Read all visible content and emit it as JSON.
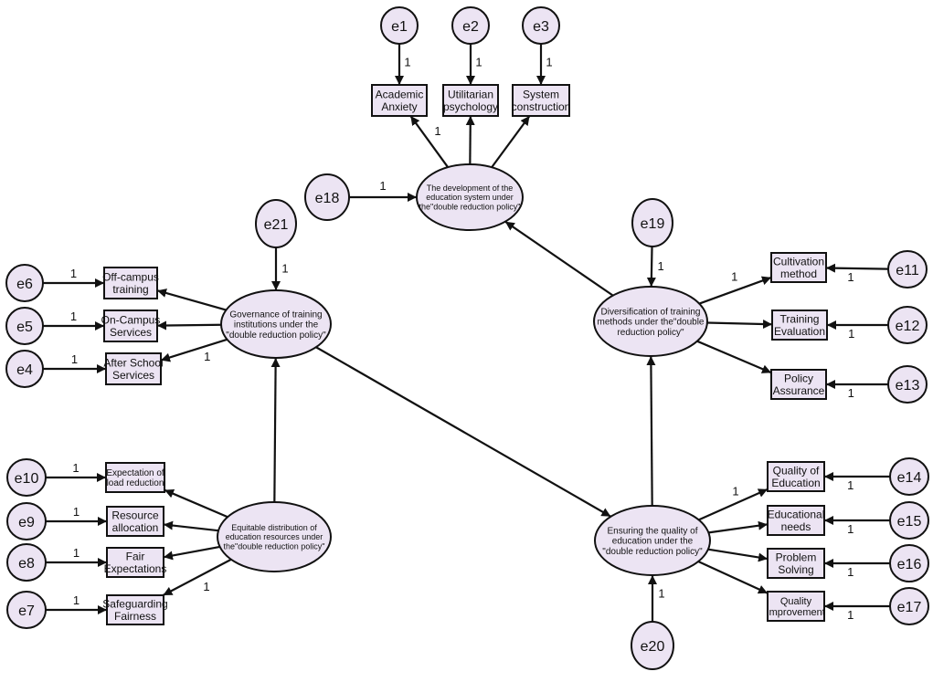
{
  "diagram": {
    "type": "structural-equation-model",
    "colors": {
      "node_fill": "#ece4f3",
      "stroke": "#111111",
      "background": "#ffffff"
    },
    "latents": [
      {
        "id": "dev",
        "lines": [
          "The development of the",
          "education system under",
          "the\"double reduction policy\""
        ]
      },
      {
        "id": "gov",
        "lines": [
          "Governance of training",
          "institutions under the",
          "\"double reduction policy\""
        ]
      },
      {
        "id": "div",
        "lines": [
          "Diversification of training",
          "methods under the\"double",
          "reduction policy\""
        ]
      },
      {
        "id": "equ",
        "lines": [
          "Equitable distribution of",
          "education resources under",
          "the\"double reduction policy\""
        ]
      },
      {
        "id": "qual",
        "lines": [
          "Ensuring the quality of",
          "education under the",
          "\"double reduction policy\""
        ]
      }
    ],
    "observed": [
      {
        "id": "o1",
        "lines": [
          "Academic",
          "Anxiety"
        ]
      },
      {
        "id": "o2",
        "lines": [
          "Utilitarian",
          "psychology"
        ]
      },
      {
        "id": "o3",
        "lines": [
          "System",
          "construction"
        ]
      },
      {
        "id": "o6",
        "lines": [
          "Off-campus",
          "training"
        ]
      },
      {
        "id": "o5",
        "lines": [
          "On-Campus",
          "Services"
        ]
      },
      {
        "id": "o4",
        "lines": [
          "After School",
          "Services"
        ]
      },
      {
        "id": "o11",
        "lines": [
          "Cultivation",
          "method"
        ]
      },
      {
        "id": "o12",
        "lines": [
          "Training",
          "Evaluation"
        ]
      },
      {
        "id": "o13",
        "lines": [
          "Policy",
          "Assurance"
        ]
      },
      {
        "id": "o10",
        "lines": [
          "Expectation of",
          "load reduction"
        ]
      },
      {
        "id": "o9",
        "lines": [
          "Resource",
          "allocation"
        ]
      },
      {
        "id": "o8",
        "lines": [
          "Fair",
          "Expectations"
        ]
      },
      {
        "id": "o7",
        "lines": [
          "Safeguarding",
          "Fairness"
        ]
      },
      {
        "id": "o14",
        "lines": [
          "Quality of",
          "Education"
        ]
      },
      {
        "id": "o15",
        "lines": [
          "Educational",
          "needs"
        ]
      },
      {
        "id": "o16",
        "lines": [
          "Problem",
          "Solving"
        ]
      },
      {
        "id": "o17",
        "lines": [
          "Quality",
          "improvement"
        ]
      }
    ],
    "errors": [
      {
        "id": "e1",
        "label": "e1"
      },
      {
        "id": "e2",
        "label": "e2"
      },
      {
        "id": "e3",
        "label": "e3"
      },
      {
        "id": "e4",
        "label": "e4"
      },
      {
        "id": "e5",
        "label": "e5"
      },
      {
        "id": "e6",
        "label": "e6"
      },
      {
        "id": "e7",
        "label": "e7"
      },
      {
        "id": "e8",
        "label": "e8"
      },
      {
        "id": "e9",
        "label": "e9"
      },
      {
        "id": "e10",
        "label": "e10"
      },
      {
        "id": "e11",
        "label": "e11"
      },
      {
        "id": "e12",
        "label": "e12"
      },
      {
        "id": "e13",
        "label": "e13"
      },
      {
        "id": "e14",
        "label": "e14"
      },
      {
        "id": "e15",
        "label": "e15"
      },
      {
        "id": "e16",
        "label": "e16"
      },
      {
        "id": "e17",
        "label": "e17"
      },
      {
        "id": "e18",
        "label": "e18"
      },
      {
        "id": "e19",
        "label": "e19"
      },
      {
        "id": "e20",
        "label": "e20"
      },
      {
        "id": "e21",
        "label": "e21"
      }
    ],
    "edges": [
      {
        "from": "e1",
        "to": "o1",
        "label": "1"
      },
      {
        "from": "e2",
        "to": "o2",
        "label": "1"
      },
      {
        "from": "e3",
        "to": "o3",
        "label": "1"
      },
      {
        "from": "dev",
        "to": "o1",
        "label": "1"
      },
      {
        "from": "dev",
        "to": "o2",
        "label": ""
      },
      {
        "from": "dev",
        "to": "o3",
        "label": ""
      },
      {
        "from": "e18",
        "to": "dev",
        "label": "1"
      },
      {
        "from": "div",
        "to": "dev",
        "label": ""
      },
      {
        "from": "e21",
        "to": "gov",
        "label": "1"
      },
      {
        "from": "e6",
        "to": "o6",
        "label": "1"
      },
      {
        "from": "e5",
        "to": "o5",
        "label": "1"
      },
      {
        "from": "e4",
        "to": "o4",
        "label": "1"
      },
      {
        "from": "gov",
        "to": "o6",
        "label": ""
      },
      {
        "from": "gov",
        "to": "o5",
        "label": ""
      },
      {
        "from": "gov",
        "to": "o4",
        "label": "1"
      },
      {
        "from": "equ",
        "to": "gov",
        "label": ""
      },
      {
        "from": "gov",
        "to": "qual",
        "label": ""
      },
      {
        "from": "e19",
        "to": "div",
        "label": "1"
      },
      {
        "from": "div",
        "to": "o11",
        "label": "1"
      },
      {
        "from": "div",
        "to": "o12",
        "label": ""
      },
      {
        "from": "div",
        "to": "o13",
        "label": ""
      },
      {
        "from": "e11",
        "to": "o11",
        "label": "1"
      },
      {
        "from": "e12",
        "to": "o12",
        "label": "1"
      },
      {
        "from": "e13",
        "to": "o13",
        "label": "1"
      },
      {
        "from": "qual",
        "to": "div",
        "label": ""
      },
      {
        "from": "e10",
        "to": "o10",
        "label": "1"
      },
      {
        "from": "e9",
        "to": "o9",
        "label": "1"
      },
      {
        "from": "e8",
        "to": "o8",
        "label": "1"
      },
      {
        "from": "e7",
        "to": "o7",
        "label": "1"
      },
      {
        "from": "equ",
        "to": "o10",
        "label": ""
      },
      {
        "from": "equ",
        "to": "o9",
        "label": ""
      },
      {
        "from": "equ",
        "to": "o8",
        "label": ""
      },
      {
        "from": "equ",
        "to": "o7",
        "label": "1"
      },
      {
        "from": "qual",
        "to": "o14",
        "label": "1"
      },
      {
        "from": "qual",
        "to": "o15",
        "label": ""
      },
      {
        "from": "qual",
        "to": "o16",
        "label": ""
      },
      {
        "from": "qual",
        "to": "o17",
        "label": ""
      },
      {
        "from": "e14",
        "to": "o14",
        "label": "1"
      },
      {
        "from": "e15",
        "to": "o15",
        "label": "1"
      },
      {
        "from": "e16",
        "to": "o16",
        "label": "1"
      },
      {
        "from": "e17",
        "to": "o17",
        "label": "1"
      },
      {
        "from": "e20",
        "to": "qual",
        "label": "1"
      }
    ]
  }
}
